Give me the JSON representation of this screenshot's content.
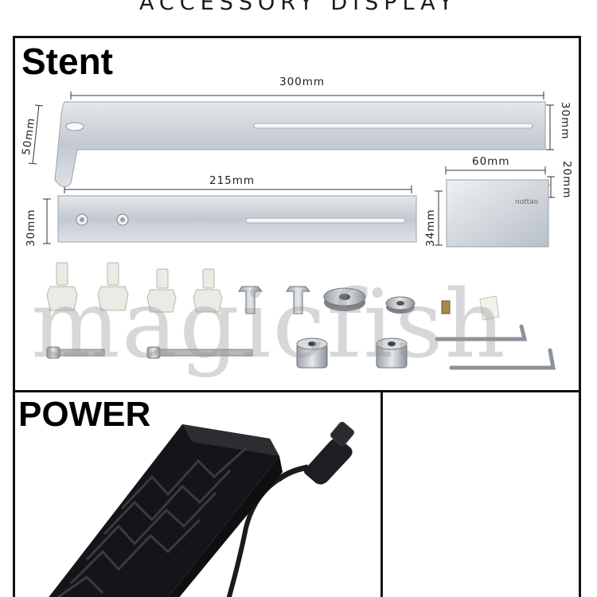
{
  "header": {
    "title": "ACCESSORY DISPLAY"
  },
  "stent": {
    "title": "Stent",
    "dim_300": "300mm",
    "dim_50": "50mm",
    "dim_30_right": "30mm",
    "dim_215": "215mm",
    "dim_30_left": "30mm",
    "dim_60": "60mm",
    "dim_20": "20mm",
    "dim_34": "34mm",
    "block_label": "nottao",
    "watermark": "magicfish"
  },
  "power": {
    "title": "POWER"
  },
  "colors": {
    "border": "#111111",
    "aluminum": "#c9cfd6",
    "adapter": "#1c1d20"
  }
}
